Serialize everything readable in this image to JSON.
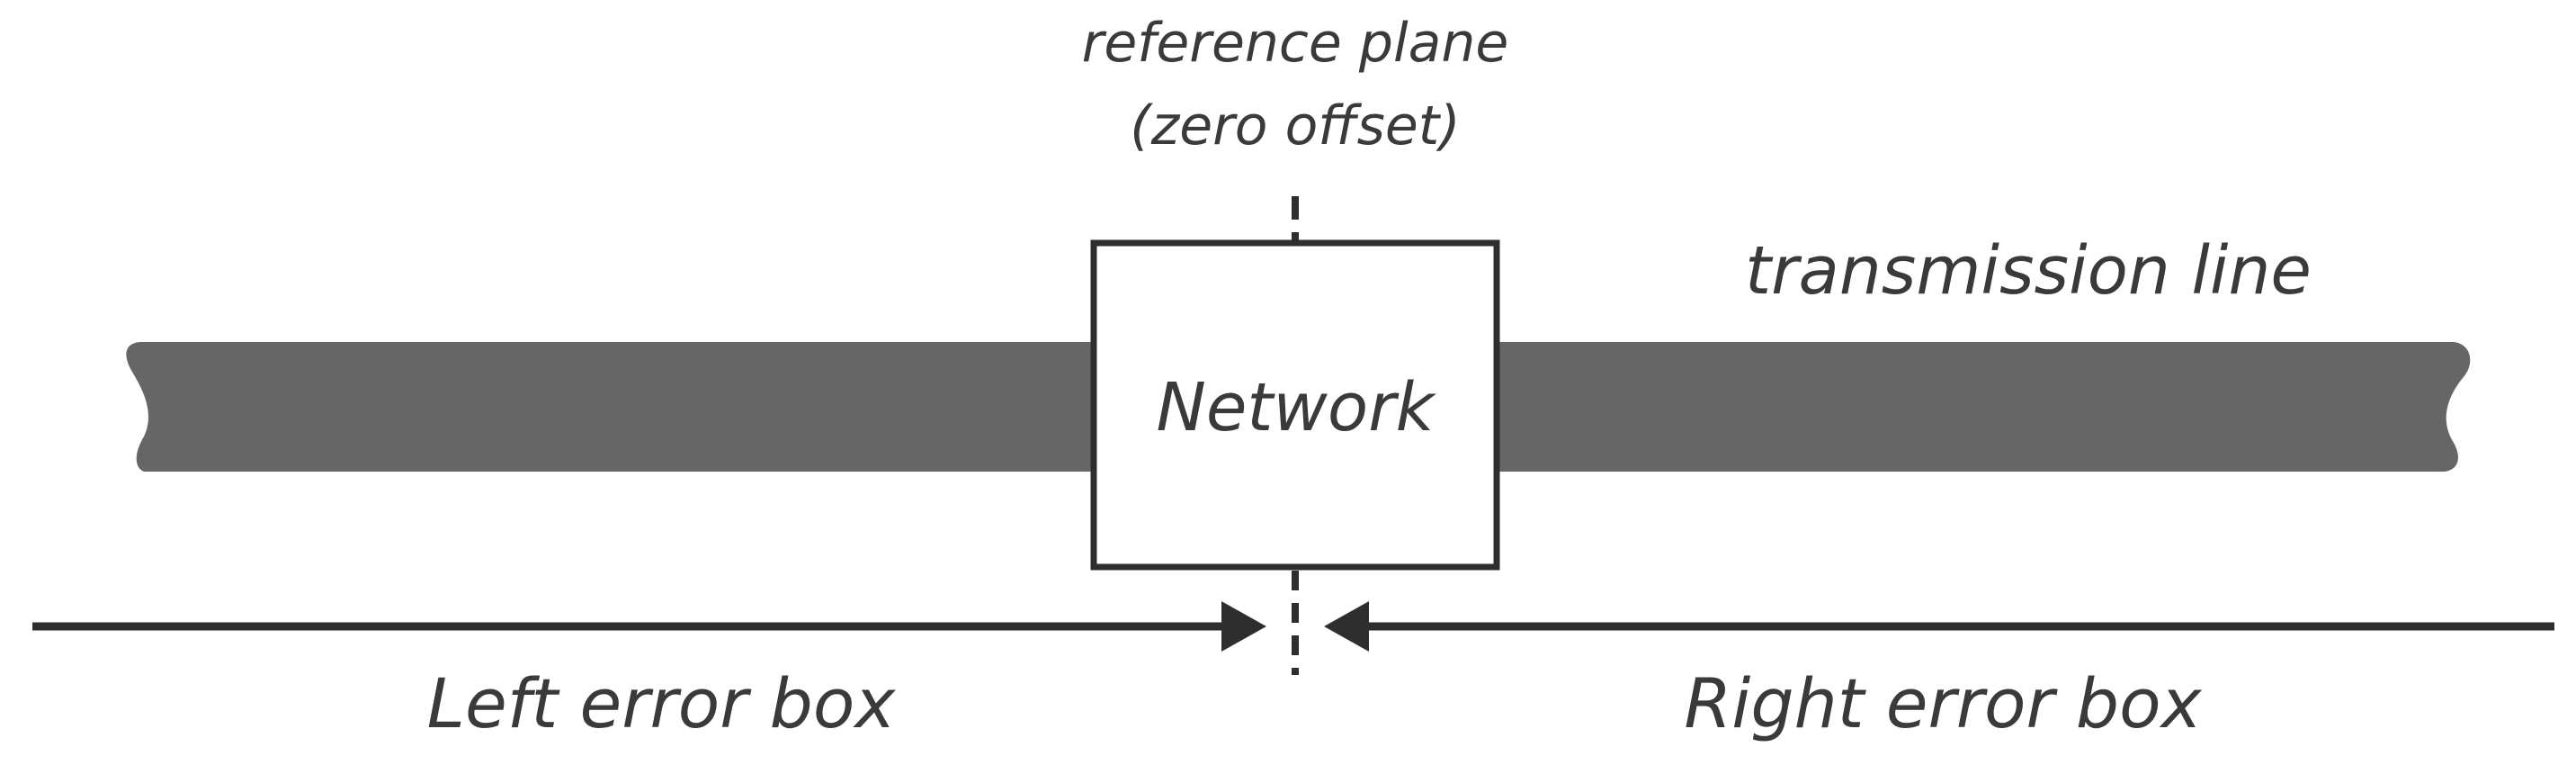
{
  "labels": {
    "reference_plane_line1": "reference plane",
    "reference_plane_line2": "(zero offset)",
    "transmission_line": "transmission line",
    "network": "Network",
    "left_error_box": "Left error box",
    "right_error_box": "Right error box"
  },
  "colors": {
    "line_fill": "#666666",
    "stroke": "#2e2e2e",
    "text": "#3a3a3a",
    "background": "#ffffff"
  }
}
